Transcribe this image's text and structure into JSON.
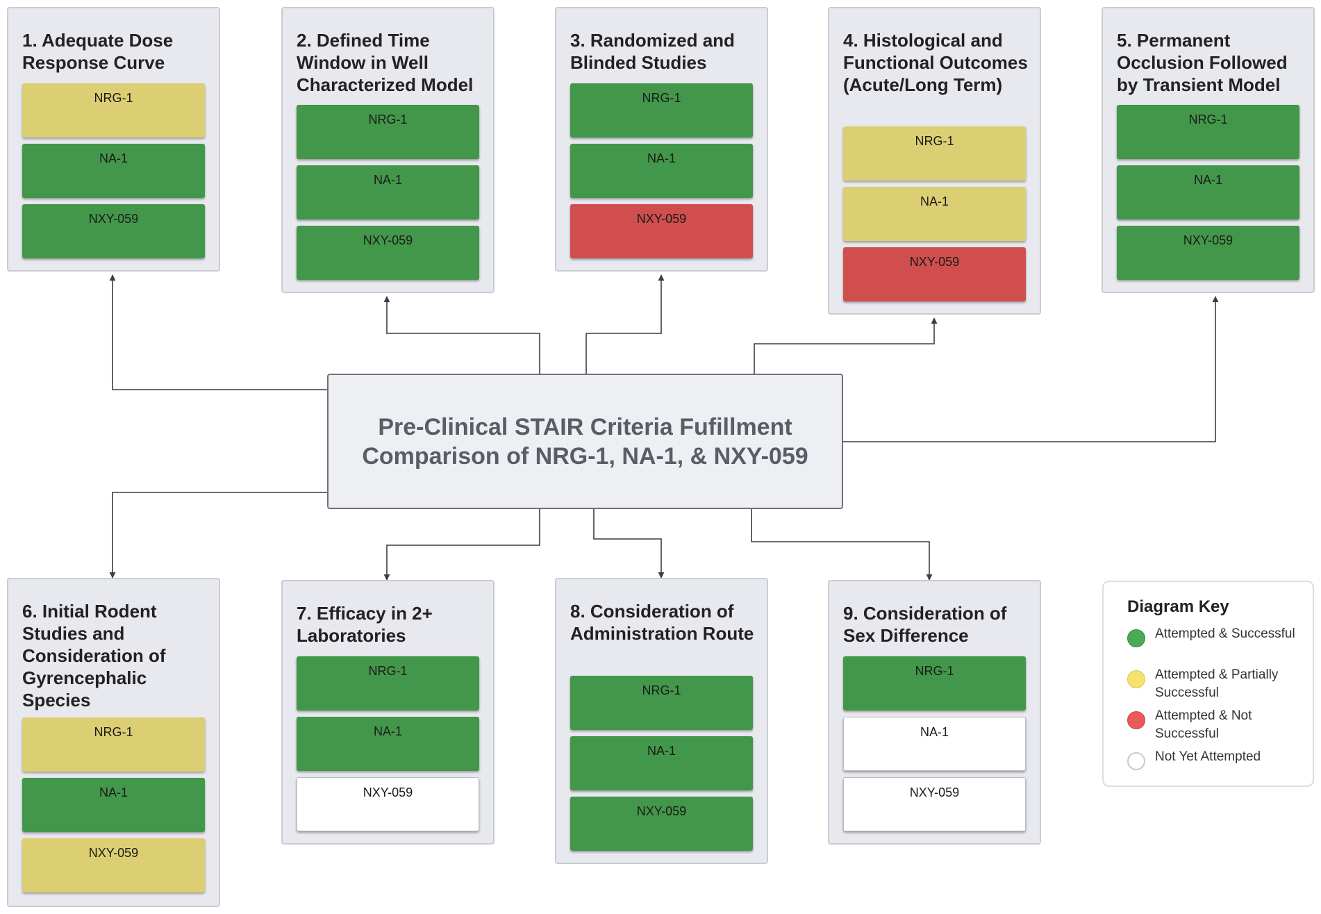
{
  "title": {
    "line1": "Pre-Clinical STAIR Criteria Fufillment",
    "line2": "Comparison of NRG-1, NA-1, & NXY-059"
  },
  "criteria": [
    {
      "title": "1. Adequate Dose Response Curve",
      "rows": [
        {
          "label": "NRG-1",
          "status": "yellow"
        },
        {
          "label": "NA-1",
          "status": "green"
        },
        {
          "label": "NXY-059",
          "status": "green"
        }
      ]
    },
    {
      "title": "2. Defined Time Window in Well Characterized Model",
      "rows": [
        {
          "label": "NRG-1",
          "status": "green"
        },
        {
          "label": "NA-1",
          "status": "green"
        },
        {
          "label": "NXY-059",
          "status": "green"
        }
      ]
    },
    {
      "title": "3. Randomized and Blinded Studies",
      "rows": [
        {
          "label": "NRG-1",
          "status": "green"
        },
        {
          "label": "NA-1",
          "status": "green"
        },
        {
          "label": "NXY-059",
          "status": "red"
        }
      ]
    },
    {
      "title": "4. Histological and Functional Outcomes (Acute/Long Term)",
      "rows": [
        {
          "label": "NRG-1",
          "status": "yellow"
        },
        {
          "label": "NA-1",
          "status": "yellow"
        },
        {
          "label": "NXY-059",
          "status": "red"
        }
      ]
    },
    {
      "title": "5. Permanent Occlusion Followed by Transient Model",
      "rows": [
        {
          "label": "NRG-1",
          "status": "green"
        },
        {
          "label": "NA-1",
          "status": "green"
        },
        {
          "label": "NXY-059",
          "status": "green"
        }
      ]
    },
    {
      "title": "6. Initial Rodent Studies and Consideration of Gyrencephalic Species",
      "rows": [
        {
          "label": "NRG-1",
          "status": "yellow"
        },
        {
          "label": "NA-1",
          "status": "green"
        },
        {
          "label": "NXY-059",
          "status": "yellow"
        }
      ]
    },
    {
      "title": "7. Efficacy in 2+ Laboratories",
      "rows": [
        {
          "label": "NRG-1",
          "status": "green"
        },
        {
          "label": "NA-1",
          "status": "green"
        },
        {
          "label": "NXY-059",
          "status": "white"
        }
      ]
    },
    {
      "title": "8. Consideration of Administration Route",
      "rows": [
        {
          "label": "NRG-1",
          "status": "green"
        },
        {
          "label": "NA-1",
          "status": "green"
        },
        {
          "label": "NXY-059",
          "status": "green"
        }
      ]
    },
    {
      "title": "9. Consideration of Sex Difference",
      "rows": [
        {
          "label": "NRG-1",
          "status": "green"
        },
        {
          "label": "NA-1",
          "status": "white"
        },
        {
          "label": "NXY-059",
          "status": "white"
        }
      ]
    }
  ],
  "key": {
    "title": "Diagram Key",
    "items": [
      {
        "label": "Attempted & Successful",
        "status": "green"
      },
      {
        "label": "Attempted & Partially Successful",
        "status": "yellow"
      },
      {
        "label": "Attempted & Not Successful",
        "status": "red"
      },
      {
        "label": "Not Yet Attempted",
        "status": "white"
      }
    ]
  },
  "colors": {
    "green": "#43974a",
    "yellow": "#dccf73",
    "red": "#d04e4e",
    "white": "#ffffff",
    "card": "#e8e9ee",
    "connector": "#3a3d44"
  }
}
